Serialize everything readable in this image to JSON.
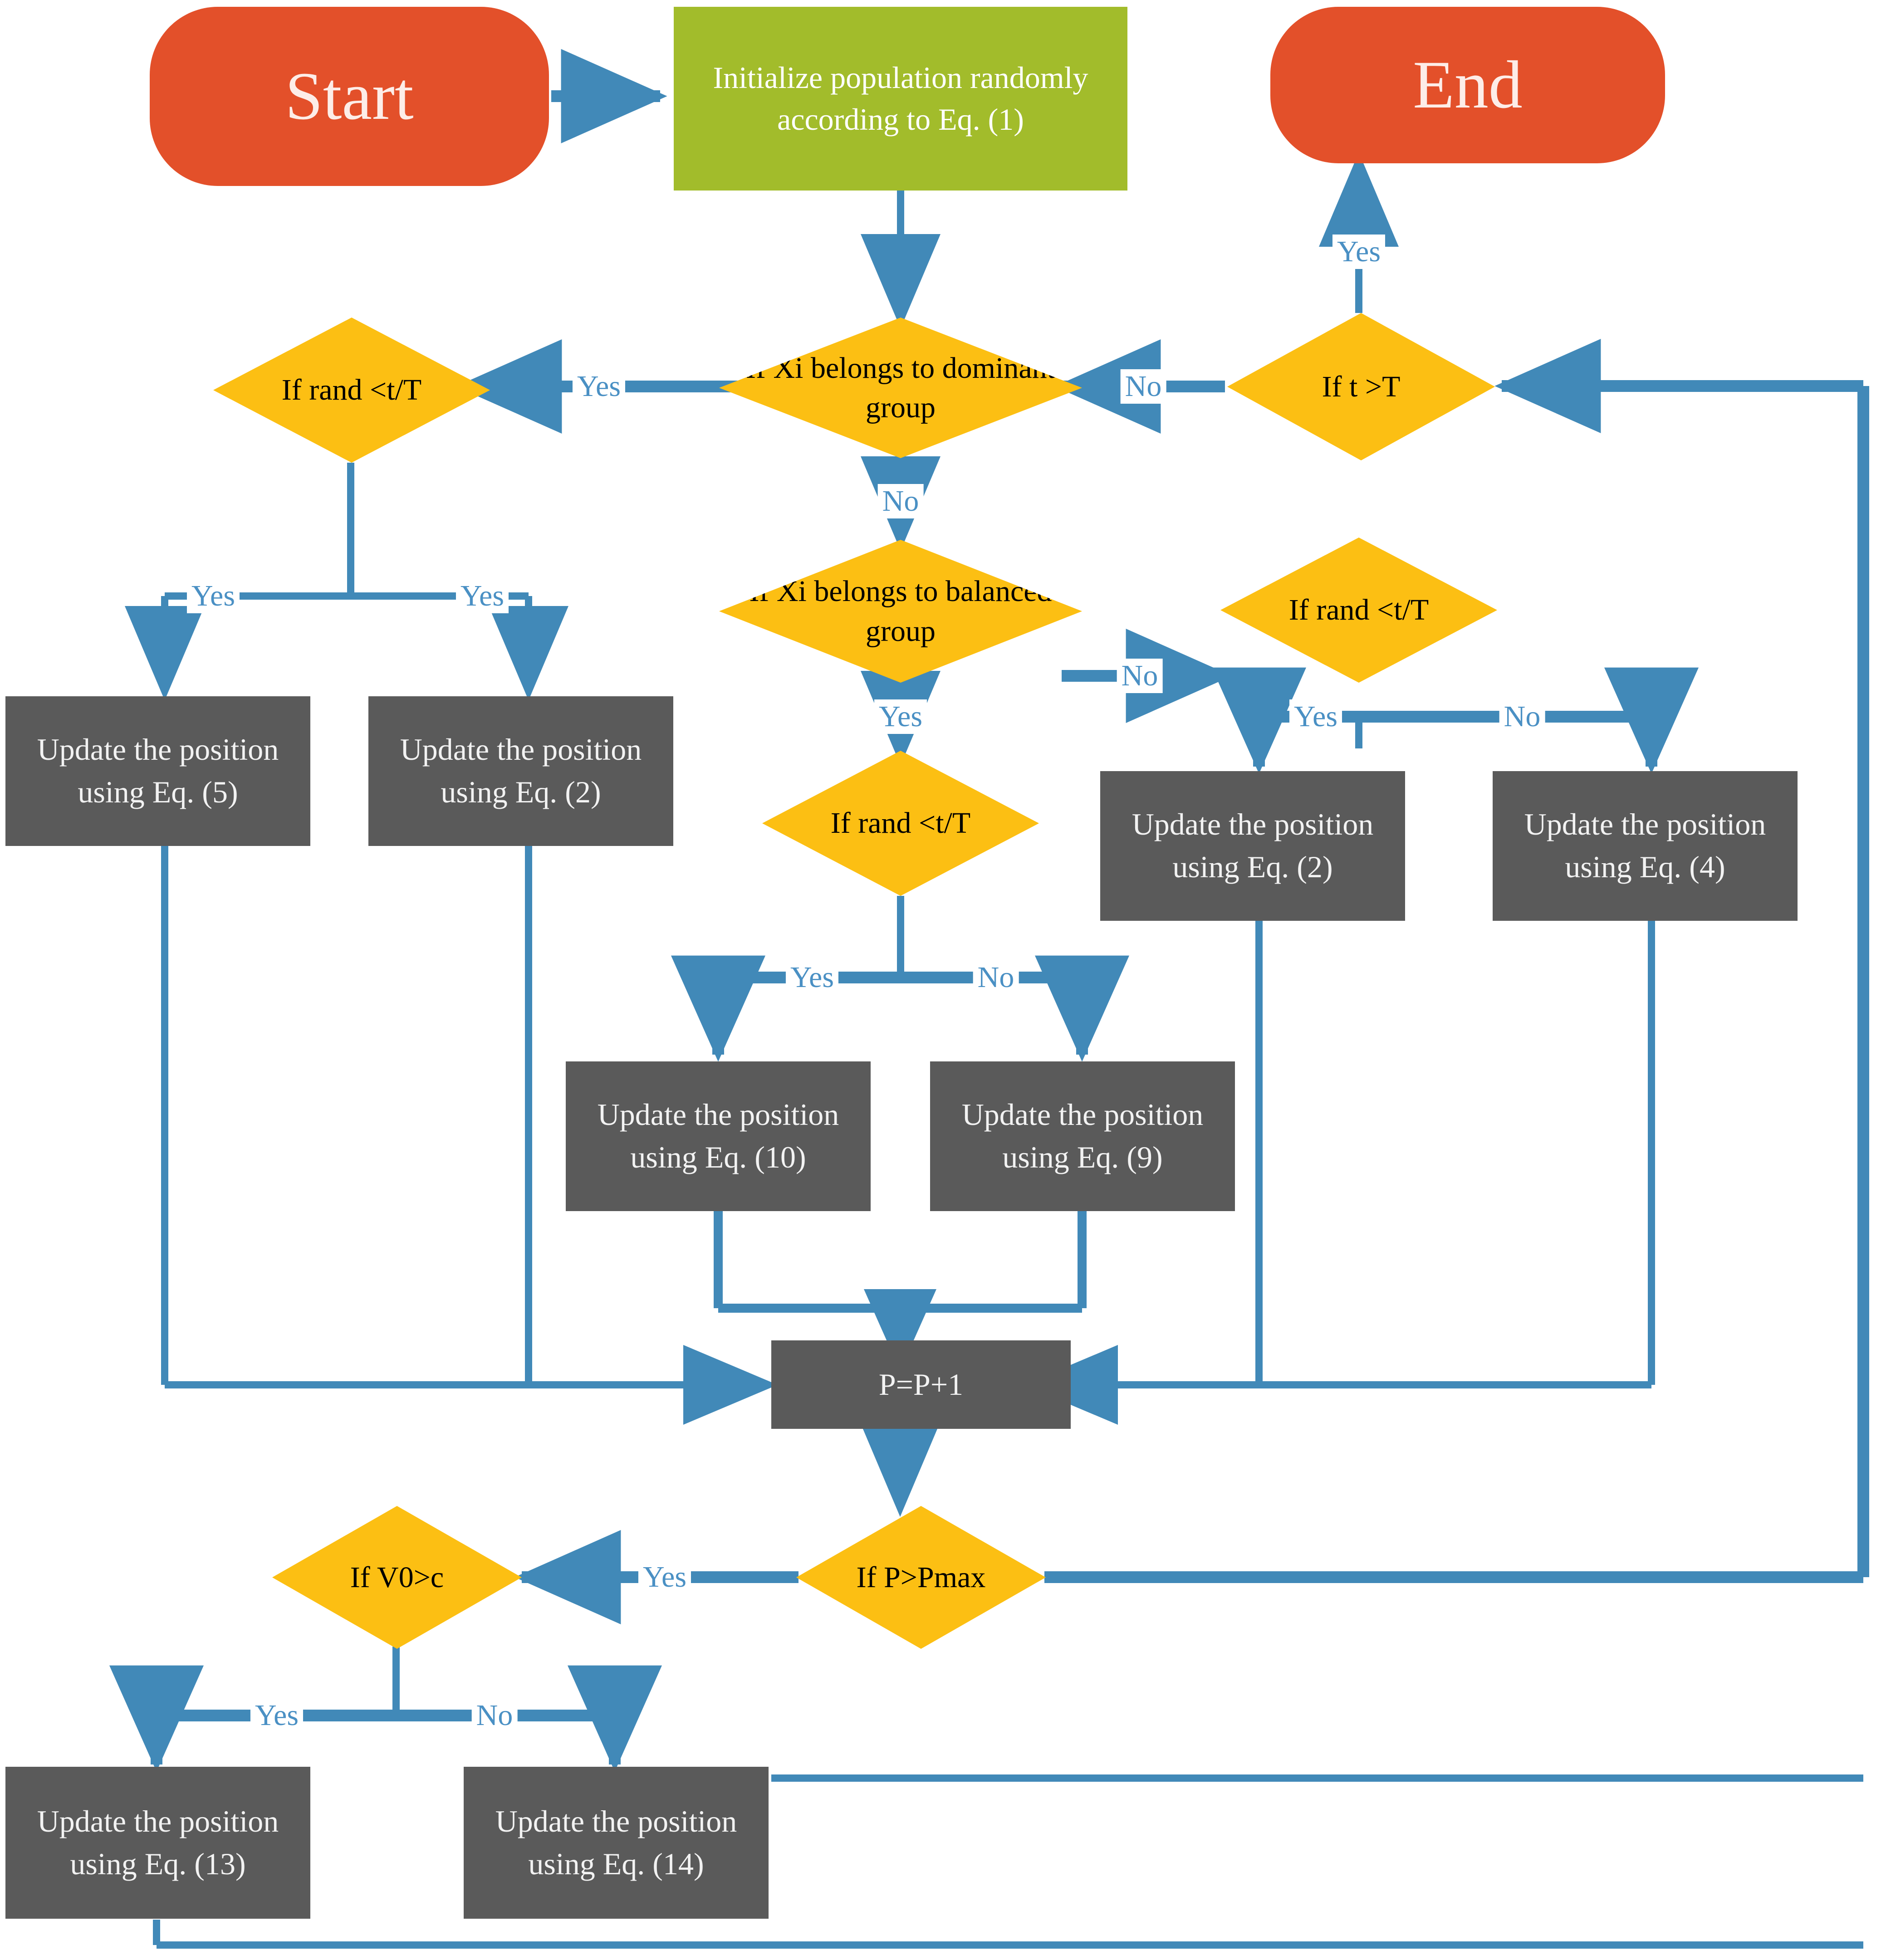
{
  "colors": {
    "terminator_fill": "#E3502A",
    "terminator_text": "#FDEDE8",
    "process_green_fill": "#A2BC2B",
    "process_gray_fill": "#5A5A5A",
    "decision_fill": "#FCBF13",
    "connector": "#4189B8",
    "label_text": "#4A90C4",
    "background": "#FFFFFF"
  },
  "nodes": {
    "start": {
      "label": "Start",
      "shape": "terminator"
    },
    "init": {
      "label": "Initialize population randomly according to Eq. (1)",
      "shape": "process"
    },
    "end": {
      "label": "End",
      "shape": "terminator"
    },
    "d_dominant": {
      "label": "If Xi belongs to dominant group",
      "shape": "decision"
    },
    "d_tT": {
      "label": "If t >T",
      "shape": "decision"
    },
    "d_rand_left": {
      "label": "If rand <t/T",
      "shape": "decision"
    },
    "d_balanced": {
      "label": "If Xi belongs to balanced group",
      "shape": "decision"
    },
    "d_rand_right": {
      "label": "If rand <t/T",
      "shape": "decision"
    },
    "d_rand_center": {
      "label": "If rand <t/T",
      "shape": "decision"
    },
    "u_eq5": {
      "label": "Update the position using Eq. (5)",
      "shape": "process"
    },
    "u_eq2_left": {
      "label": "Update the position using Eq. (2)",
      "shape": "process"
    },
    "u_eq2_right": {
      "label": "Update the position using Eq. (2)",
      "shape": "process"
    },
    "u_eq4": {
      "label": "Update the position using Eq. (4)",
      "shape": "process"
    },
    "u_eq10": {
      "label": "Update the position using Eq. (10)",
      "shape": "process"
    },
    "u_eq9": {
      "label": "Update the position using Eq. (9)",
      "shape": "process"
    },
    "p_increment": {
      "label": "P=P+1",
      "shape": "process"
    },
    "d_pmax": {
      "label": "If P>Pmax",
      "shape": "decision"
    },
    "d_v0c": {
      "label": "If V0>c",
      "shape": "decision"
    },
    "u_eq13": {
      "label": "Update the position using Eq. (13)",
      "shape": "process"
    },
    "u_eq14": {
      "label": "Update the position using Eq. (14)",
      "shape": "process"
    }
  },
  "edge_labels": {
    "tT_to_end": "Yes",
    "dominant_to_randleft": "Yes",
    "tT_to_dominant": "No",
    "dominant_to_balanced": "No",
    "randleft_yes_left": "Yes",
    "randleft_yes_right": "Yes",
    "balanced_to_randright": "No",
    "balanced_yes": "Yes",
    "randright_yes": "Yes",
    "randright_no": "No",
    "randcenter_yes": "Yes",
    "randcenter_no": "No",
    "pmax_yes": "Yes",
    "v0c_yes": "Yes",
    "v0c_no": "No"
  }
}
